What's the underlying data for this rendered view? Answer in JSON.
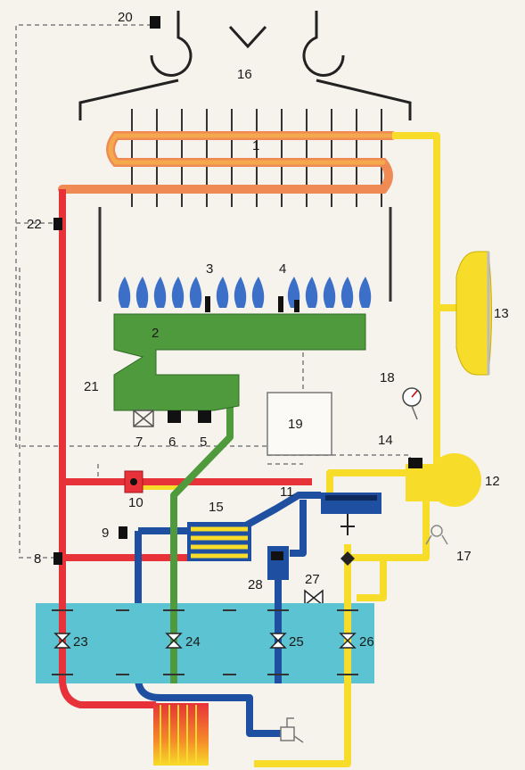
{
  "labels": {
    "l1": "1",
    "l2": "2",
    "l3": "3",
    "l4": "4",
    "l5": "5",
    "l6": "6",
    "l7": "7",
    "l8": "8",
    "l9": "9",
    "l10": "10",
    "l11": "11",
    "l12": "12",
    "l13": "13",
    "l14": "14",
    "l15": "15",
    "l16": "16",
    "l17": "17",
    "l18": "18",
    "l19": "19",
    "l20": "20",
    "l21": "21",
    "l22": "22",
    "l23": "23",
    "l24": "24",
    "l25": "25",
    "l26": "26",
    "l27": "27",
    "l28": "28"
  },
  "colors": {
    "red": "#e8323a",
    "yellow": "#f7dc2a",
    "blue": "#1e4fa0",
    "green": "#4f9a3c",
    "cyan": "#5cc3d2",
    "dark_gray": "#333333",
    "dashed": "#9a9a9a",
    "background": "#f6f3ec"
  },
  "icons": {
    "flame": "flame-icon",
    "valve": "valve-icon",
    "tap": "tap-icon",
    "gauge": "pressure-gauge-icon",
    "fan": "flue-hood-icon"
  }
}
